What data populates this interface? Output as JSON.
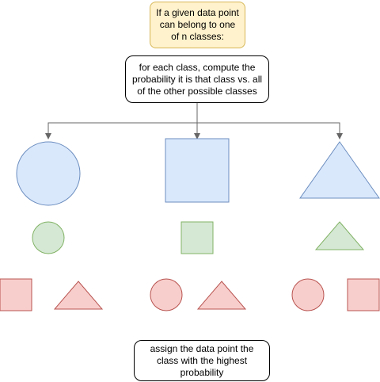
{
  "nodes": {
    "condition": "If a given data point can belong to one of n classes:",
    "compute": "for each class, compute the probability it is that class vs. all of the other possible classes",
    "result": "assign the data point the class with the highest probability"
  },
  "colors": {
    "note_fill": "#fff2cc",
    "note_stroke": "#d6b656",
    "blue_fill": "#dae8fc",
    "blue_stroke": "#6c8ebf",
    "green_fill": "#d5e8d4",
    "green_stroke": "#82b366",
    "red_fill": "#f8cecc",
    "red_stroke": "#b85450",
    "arrow": "#666666"
  },
  "shapes": {
    "target_classes": [
      "circle",
      "square",
      "triangle"
    ],
    "positive_class": [
      "circle",
      "square",
      "triangle"
    ],
    "rest_classes": [
      [
        "square",
        "triangle"
      ],
      [
        "circle",
        "triangle"
      ],
      [
        "circle",
        "square"
      ]
    ]
  }
}
